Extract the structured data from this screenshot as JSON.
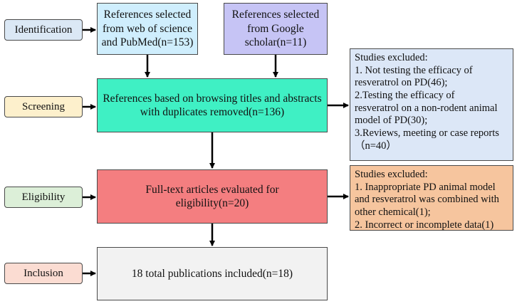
{
  "stages": {
    "identification": "Identification",
    "screening": "Screening",
    "eligibility": "Eligibility",
    "inclusion": "Inclusion"
  },
  "boxes": {
    "wos_pubmed": "References selected\nfrom web of science\nand PubMed(n=153)",
    "google_scholar": "References selected\nfrom Google\nscholar(n=11)",
    "screening": "References based on browsing titles and abstracts\nwith duplicates removed(n=136)",
    "fulltext": "Full-text articles evaluated for\neligibility(n=20)",
    "included": "18 total publications included(n=18)"
  },
  "exclusion_1": {
    "title": "Studies excluded:",
    "items": [
      "1. Not testing the efficacy of",
      "resveratrol on PD(46);",
      "2.Testing the efficacy of",
      "resveratrol on a non-rodent animal",
      "model of PD(30);",
      "3.Reviews, meeting or case reports",
      "（n=40）"
    ]
  },
  "exclusion_2": {
    "title": "Studies excluded:",
    "items": [
      "1.  Inappropriate PD animal model",
      "and resveratrol was combined with",
      "other chemical(1);",
      "2.  Incorrect or incomplete data(1)"
    ]
  },
  "colors": {
    "identification": "#dbe8f5",
    "screening": "#fdf0cc",
    "eligibility": "#dcefd8",
    "inclusion": "#fbdcd2",
    "wos_pubmed": "#cfeefd",
    "google_scholar": "#c6c4f5",
    "screening_box": "#3ff0c4",
    "fulltext": "#f47e80",
    "included": "#f2f2f2",
    "exclusion_1": "#dce7f7",
    "exclusion_2": "#f6c59e"
  }
}
